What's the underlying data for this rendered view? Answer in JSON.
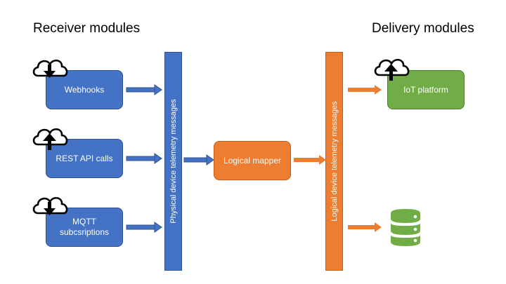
{
  "headings": {
    "receiver": "Receiver modules",
    "delivery": "Delivery modules"
  },
  "receivers": {
    "webhooks": "Webhooks",
    "rest": "REST API calls",
    "mqtt": "MQTT\nsubcsriptions"
  },
  "physical_bar": "Physical device telemetry messages",
  "mapper": "Logical mapper",
  "logical_bar": "Logical device telemetry messages",
  "delivery": {
    "iot": "IoT platform"
  },
  "icons": {
    "cloud_download": "cloud-download-icon",
    "cloud_upload": "cloud-upload-icon",
    "database": "database-icon"
  },
  "colors": {
    "blue": "#4472c4",
    "orange": "#ed7d31",
    "green": "#70ad47"
  }
}
